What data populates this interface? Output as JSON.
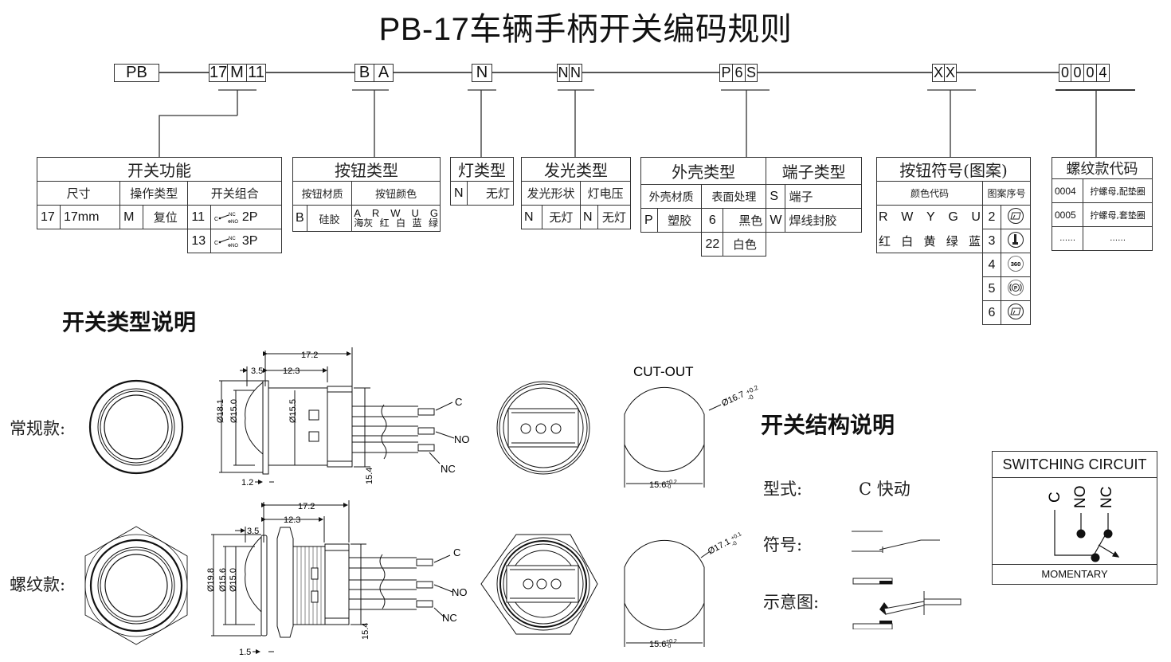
{
  "title": "PB-17车辆手柄开关编码规则",
  "code_segments": [
    {
      "id": "series",
      "chars": [
        "PB"
      ]
    },
    {
      "id": "function",
      "chars": [
        "17",
        "M",
        "11"
      ]
    },
    {
      "id": "button",
      "chars": [
        "B",
        "A"
      ]
    },
    {
      "id": "lamp",
      "chars": [
        "N"
      ]
    },
    {
      "id": "light",
      "chars": [
        "N",
        "N"
      ]
    },
    {
      "id": "housing",
      "chars": [
        "P",
        "6",
        "S"
      ]
    },
    {
      "id": "symbol",
      "chars": [
        "X",
        "X"
      ]
    },
    {
      "id": "thread",
      "chars": [
        "0",
        "0",
        "0",
        "4"
      ]
    }
  ],
  "tables": {
    "switch_function": {
      "title": "开关功能",
      "headers": [
        "尺寸",
        "操作类型",
        "开关组合"
      ],
      "size": {
        "code": "17",
        "value": "17mm"
      },
      "operation": {
        "code": "M",
        "value": "复位"
      },
      "combos": [
        {
          "code": "11",
          "poles": "2P",
          "c": "C",
          "nc": "NC",
          "no": "NO"
        },
        {
          "code": "13",
          "poles": "3P",
          "c": "C",
          "nc": "NC",
          "no": "NO"
        }
      ]
    },
    "button_type": {
      "title": "按钮类型",
      "headers": [
        "按钮材质",
        "按钮颜色"
      ],
      "material": {
        "code": "B",
        "value": "硅胶"
      },
      "colors": [
        {
          "code": "A",
          "name": "海灰"
        },
        {
          "code": "R",
          "name": "红"
        },
        {
          "code": "W",
          "name": "白"
        },
        {
          "code": "U",
          "name": "蓝"
        },
        {
          "code": "G",
          "name": "绿"
        }
      ]
    },
    "lamp_type": {
      "title": "灯类型",
      "rows": [
        {
          "code": "N",
          "value": "无灯"
        }
      ]
    },
    "light_type": {
      "title": "发光类型",
      "headers": [
        "发光形状",
        "灯电压"
      ],
      "shape": {
        "code": "N",
        "value": "无灯"
      },
      "voltage": {
        "code": "N",
        "value": "无灯"
      }
    },
    "housing_type": {
      "title": "外壳类型",
      "headers": [
        "外壳材质",
        "表面处理"
      ],
      "material": {
        "code": "P",
        "value": "塑胶"
      },
      "finishes": [
        {
          "code": "6",
          "value": "黑色"
        },
        {
          "code": "22",
          "value": "白色"
        }
      ]
    },
    "terminal_type": {
      "title": "端子类型",
      "rows": [
        {
          "code": "S",
          "value": "端子"
        },
        {
          "code": "W",
          "value": "焊线封胶"
        }
      ]
    },
    "button_symbol": {
      "title": "按钮符号(图案)",
      "headers": [
        "颜色代码",
        "图案序号"
      ],
      "color_codes": [
        "R",
        "W",
        "Y",
        "G",
        "U"
      ],
      "color_names": [
        "红",
        "白",
        "黄",
        "绿",
        "蓝"
      ],
      "patterns": [
        {
          "no": "2",
          "icon": "wiper-icon"
        },
        {
          "no": "3",
          "icon": "thermometer-icon"
        },
        {
          "no": "4",
          "icon": "360-camera-icon",
          "text": "360"
        },
        {
          "no": "5",
          "icon": "parking-brake-icon",
          "text": "(P)"
        },
        {
          "no": "6",
          "icon": "wiper-icon"
        }
      ]
    },
    "thread_code": {
      "title": "螺纹款代码",
      "rows": [
        {
          "code": "0004",
          "value": "拧螺母,配垫圈"
        },
        {
          "code": "0005",
          "value": "拧螺母,套垫圈"
        },
        {
          "code": "……",
          "value": "……"
        }
      ]
    }
  },
  "switch_types": {
    "title": "开关类型说明",
    "regular_label": "常规款:",
    "threaded_label": "螺纹款:",
    "cutout_label": "CUT-OUT",
    "regular_dims": {
      "overall": "17.2",
      "bezel": "3.5",
      "body": "12.3",
      "flange": "1.2",
      "dia_outer": "Ø18.1",
      "dia_cap": "Ø15.0",
      "dia_body": "Ø15.5",
      "term_height": "15.4",
      "cutout_dia": "Ø16.7",
      "cutout_dia_tol_plus": "+0.2",
      "cutout_dia_tol_minus": "-0",
      "cutout_flat": "15.6",
      "cutout_flat_tol_plus": "+0.2",
      "cutout_flat_tol_minus": "-0"
    },
    "threaded_dims": {
      "overall": "17.2",
      "bezel": "3.5",
      "body": "12.3",
      "flange": "1.5",
      "dia_outer": "Ø19.8",
      "dia_mid": "Ø15.6",
      "dia_cap": "Ø15.0",
      "term_height": "15.4",
      "cutout_dia": "Ø17.1",
      "cutout_dia_tol_plus": "+0.1",
      "cutout_dia_tol_minus": "-0",
      "cutout_flat": "15.6",
      "cutout_flat_tol_plus": "+0.2",
      "cutout_flat_tol_minus": "-0"
    },
    "wire_labels": [
      "C",
      "NO",
      "NC"
    ]
  },
  "structure": {
    "title": "开关结构说明",
    "type_label": "型式:",
    "type_value": "C 快动",
    "symbol_label": "符号:",
    "diagram_label": "示意图:"
  },
  "circuit": {
    "title": "SWITCHING CIRCUIT",
    "footer": "MOMENTARY",
    "terminals": [
      "C",
      "NO",
      "NC"
    ]
  }
}
